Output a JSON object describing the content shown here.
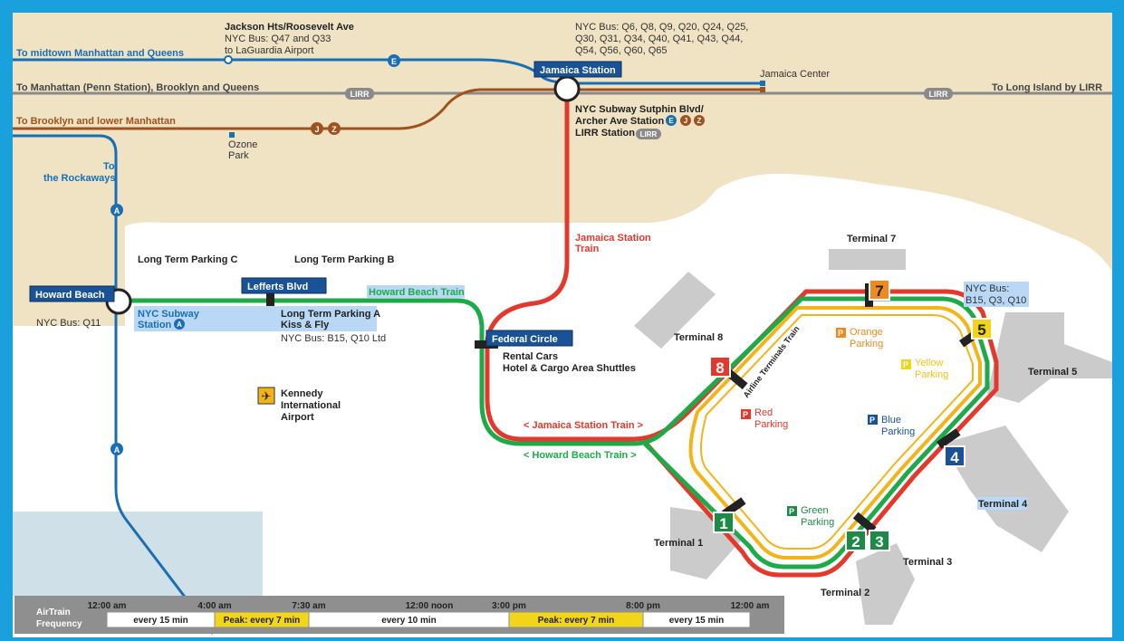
{
  "colors": {
    "border": "#1aa0dc",
    "land": "#efe3c4",
    "airport": "#ffffff",
    "water": "#cfe0e8",
    "runway": "#c9c9c9",
    "subway_blue": "#1a6fb4",
    "subway_brown": "#a0521e",
    "lirr_gray": "#8a8a8a",
    "jamaica_train_red": "#e4382c",
    "howard_train_green": "#1faa4a",
    "terminal_train_yellow": "#f2b418",
    "station_label_bg": "#1a5297",
    "highlight": "#b9d8f5"
  },
  "lines": {
    "to_midtown": "To midtown Manhattan and Queens",
    "to_penn": "To Manhattan (Penn Station), Brooklyn and Queens",
    "to_brooklyn": "To Brooklyn and lower Manhattan",
    "to_long_island": "To Long Island by LIRR",
    "to_rockaways_1": "To",
    "to_rockaways_2": "the Rockaways",
    "lirr": "LIRR"
  },
  "places": {
    "jackson_hts_title": "Jackson Hts/Roosevelt Ave",
    "jackson_hts_bus": "NYC Bus: Q47 and Q33",
    "jackson_hts_to": "to LaGuardia Airport",
    "jamaica_bus_1": "NYC Bus: Q6, Q8, Q9, Q20, Q24, Q25,",
    "jamaica_bus_2": "Q30, Q31, Q34, Q40, Q41, Q43, Q44,",
    "jamaica_bus_3": "Q54, Q56, Q60, Q65",
    "jamaica_station": "Jamaica Station",
    "jamaica_center": "Jamaica Center",
    "sutphin_1": "NYC Subway Sutphin Blvd/",
    "sutphin_2": "Archer Ave Station",
    "sutphin_3": "LIRR Station",
    "ozone_1": "Ozone",
    "ozone_2": "Park",
    "howard_beach": "Howard Beach",
    "howard_bus": "NYC Bus: Q11",
    "nyc_subway_1": "NYC Subway",
    "nyc_subway_2": "Station",
    "ltp_c": "Long Term Parking C",
    "ltp_b": "Long Term Parking B",
    "lefferts": "Lefferts Blvd",
    "ltp_a": "Long Term Parking A",
    "kiss_fly": "Kiss & Fly",
    "lefferts_bus": "NYC Bus: B15, Q10 Ltd",
    "howard_beach_train": "Howard Beach Train",
    "jamaica_train_1": "Jamaica Station",
    "jamaica_train_2": "Train",
    "federal_circle": "Federal Circle",
    "rental_cars": "Rental Cars",
    "hotel_shuttles": "Hotel & Cargo Area Shuttles",
    "kennedy_1": "Kennedy",
    "kennedy_2": "International",
    "kennedy_3": "Airport",
    "jamaica_train_dir": "< Jamaica Station Train >",
    "howard_train_dir": "< Howard Beach Train >",
    "airline_terminals_train": "Airline Terminals Train",
    "terminal_bus_1": "NYC Bus:",
    "terminal_bus_2": "B15, Q3, Q10"
  },
  "line_badges": {
    "e": "E",
    "j": "J",
    "z": "Z",
    "a": "A"
  },
  "terminals": {
    "t1": "Terminal 1",
    "t2": "Terminal 2",
    "t3": "Terminal 3",
    "t4": "Terminal 4",
    "t5": "Terminal 5",
    "t7": "Terminal 7",
    "t8": "Terminal 8",
    "n1": "1",
    "n2": "2",
    "n3": "3",
    "n4": "4",
    "n5": "5",
    "n7": "7",
    "n8": "8"
  },
  "parking": {
    "p": "P",
    "orange_1": "Orange",
    "orange_2": "Parking",
    "yellow_1": "Yellow",
    "yellow_2": "Parking",
    "red_1": "Red",
    "red_2": "Parking",
    "blue_1": "Blue",
    "blue_2": "Parking",
    "green_1": "Green",
    "green_2": "Parking"
  },
  "frequency": {
    "title_1": "AirTrain",
    "title_2": "Frequency",
    "times": [
      "12:00 am",
      "4:00 am",
      "7:30 am",
      "12:00 noon",
      "3:00 pm",
      "8:00 pm",
      "12:00 am"
    ],
    "segments": [
      {
        "label": "every 15 min",
        "peak": false
      },
      {
        "label": "Peak: every 7 min",
        "peak": true
      },
      {
        "label": "every 10 min",
        "peak": false
      },
      {
        "label": "Peak: every 7 min",
        "peak": true
      },
      {
        "label": "every 15 min",
        "peak": false
      }
    ]
  }
}
